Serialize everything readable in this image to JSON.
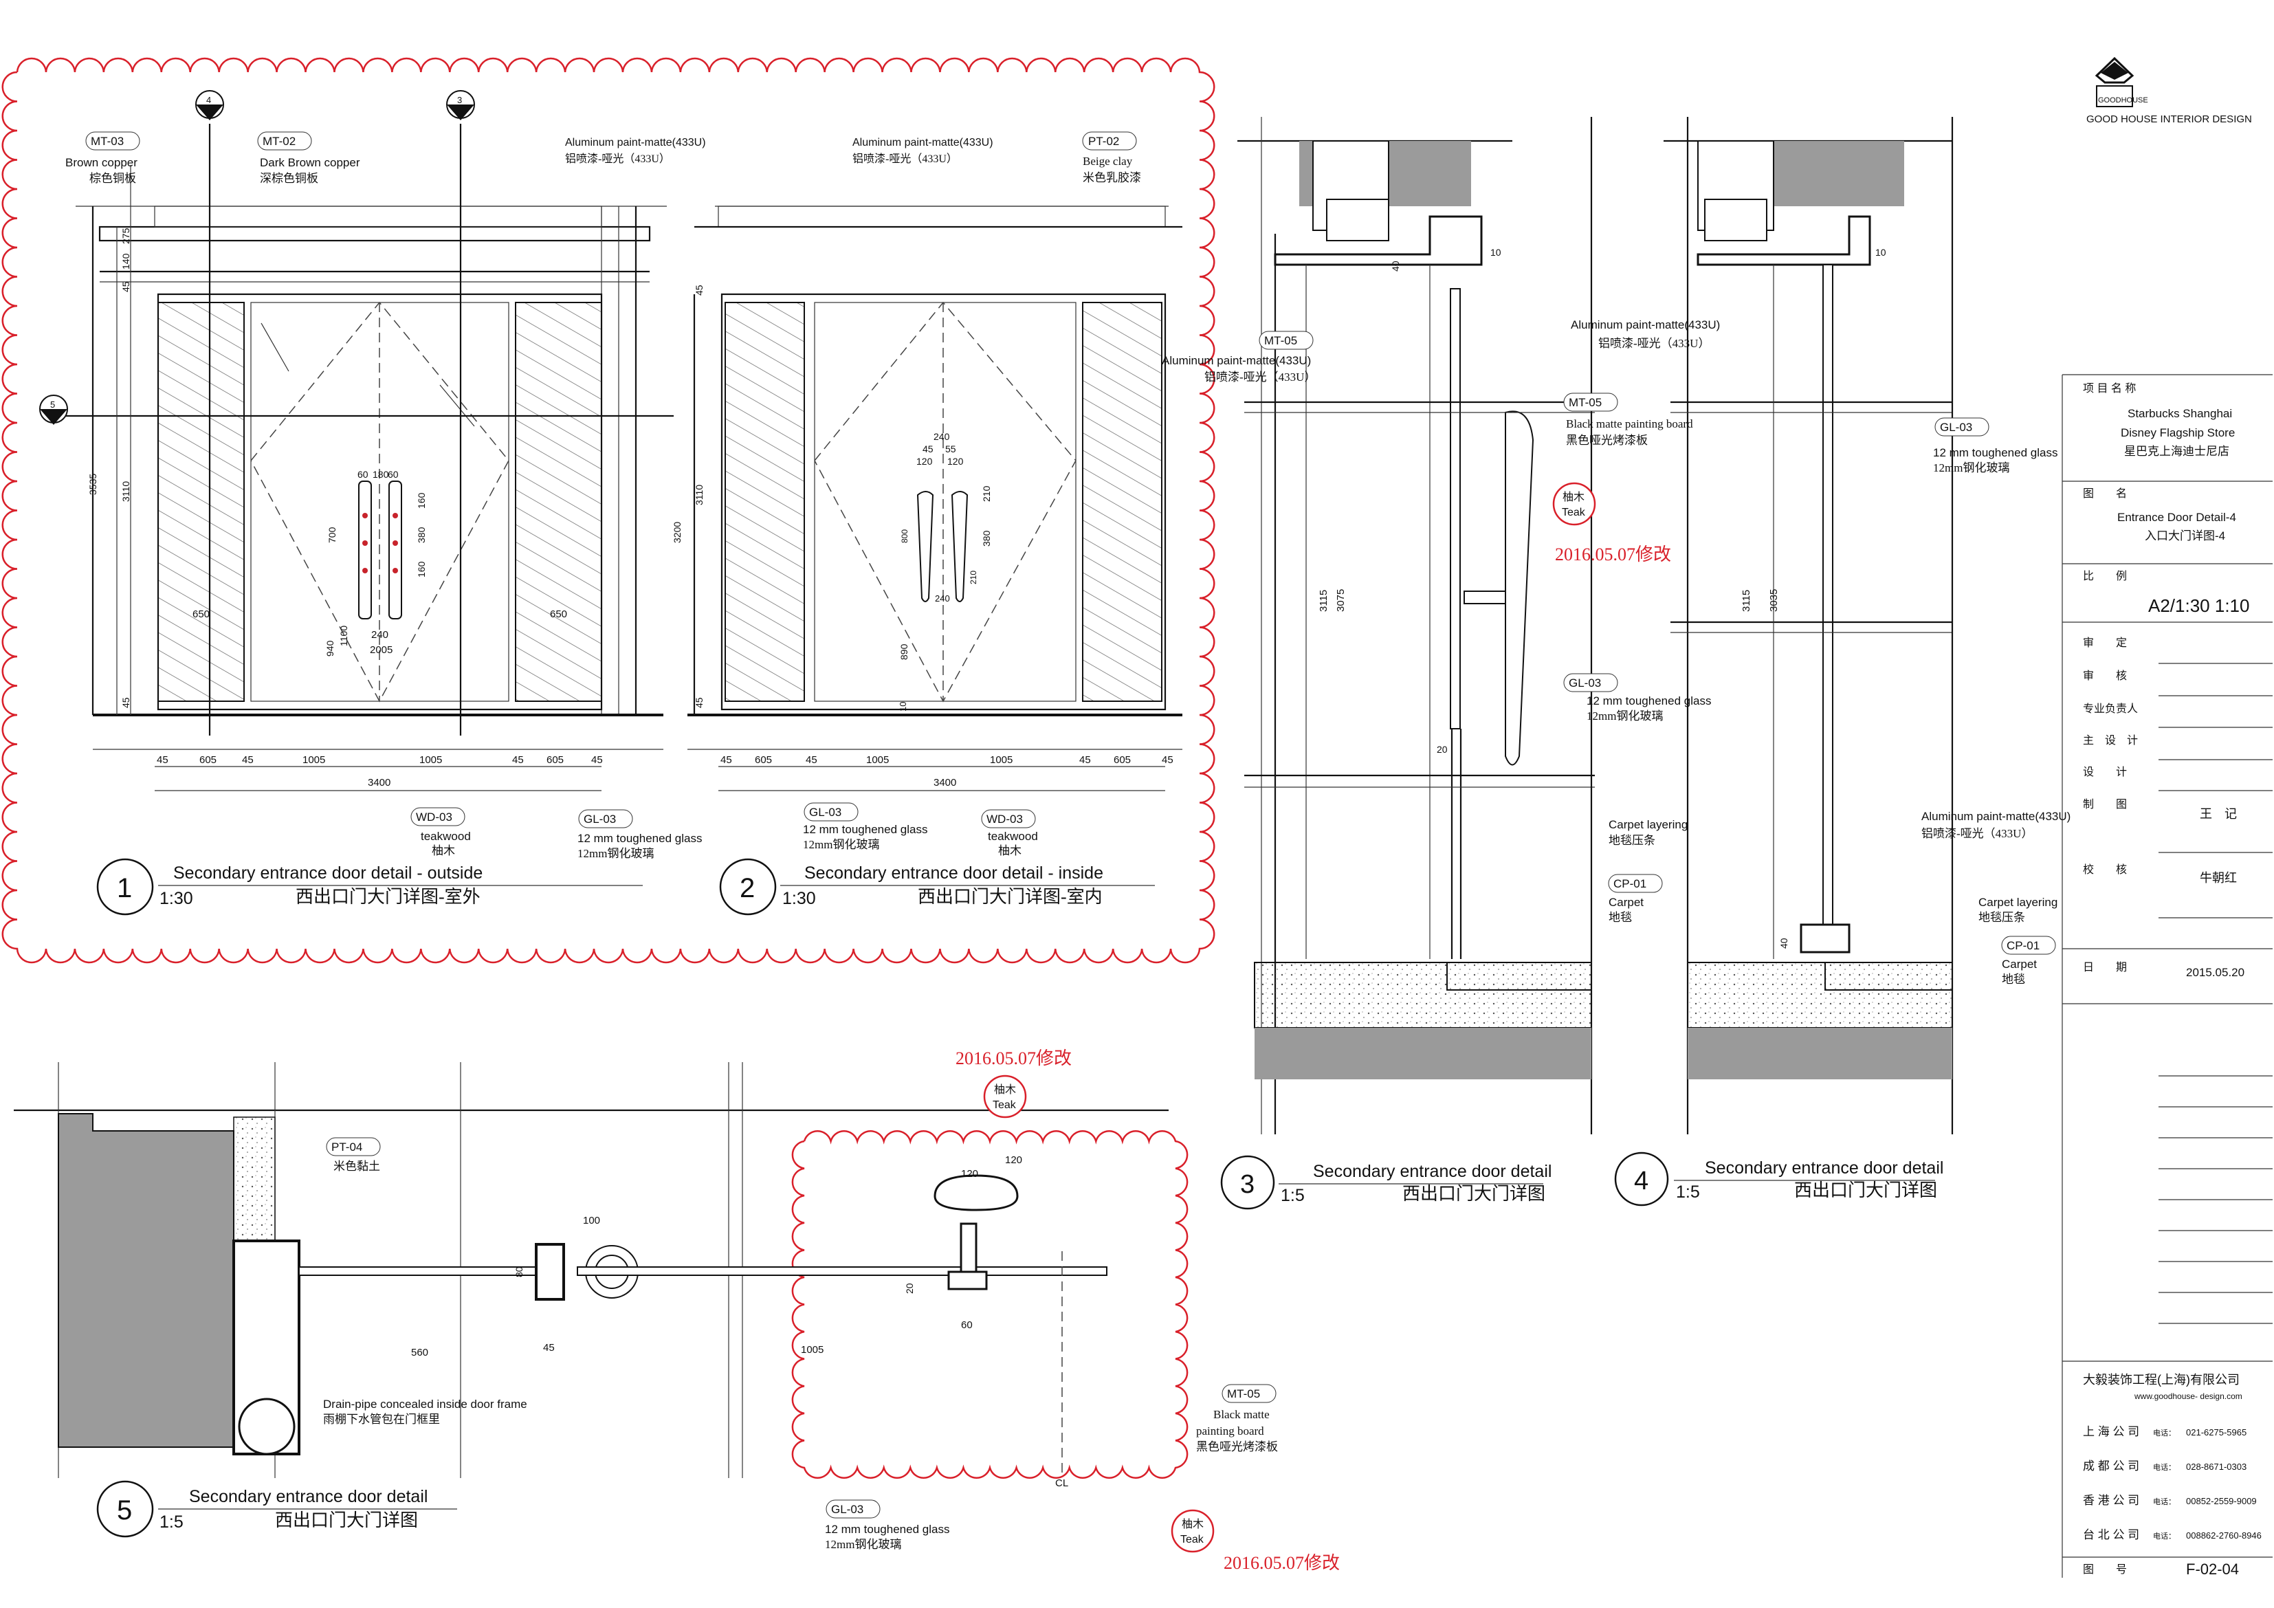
{
  "brand": {
    "logo_text": "GOODHOUSE",
    "name": "GOOD HOUSE INTERIOR DESIGN"
  },
  "title_block": {
    "project_label": "项 目 名 称",
    "project_en_1": "Starbucks Shanghai",
    "project_en_2": "Disney Flagship Store",
    "project_cn": "星巴克上海迪士尼店",
    "drawing_label": "图　　名",
    "drawing_en": "Entrance Door  Detail-4",
    "drawing_cn": "入口大门详图-4",
    "scale_label": "比　　例",
    "scale_value": "A2/1:30 1:10",
    "approve_label": "审　　定",
    "review_label": "审　　核",
    "lead_label": "专业负责人",
    "chief_label": "主　设　计",
    "design_label": "设　　计",
    "draw_label": "制　　图",
    "draw_value": "王　记",
    "check_label": "校　　核",
    "check_value": "牛朝红",
    "date_label": "日　　期",
    "date_value": "2015.05.20",
    "company": "大毅装饰工程(上海)有限公司",
    "website": "www.goodhouse- design.com",
    "offices": [
      {
        "name": "上 海 公 司",
        "tel_label": "电话：",
        "tel": "021-6275-5965"
      },
      {
        "name": "成 都 公 司",
        "tel_label": "电话：",
        "tel": "028-8671-0303"
      },
      {
        "name": "香 港 公 司",
        "tel_label": "电话：",
        "tel": "00852-2559-9009"
      },
      {
        "name": "台 北 公 司",
        "tel_label": "电话：",
        "tel": "008862-2760-8946"
      }
    ],
    "number_label": "图　　号",
    "number_value": "F-02-04"
  },
  "details": {
    "d1": {
      "num": "1",
      "title_en": "Secondary entrance door detail - outside",
      "title_cn": "西出口门大门详图-室外",
      "scale": "1:30"
    },
    "d2": {
      "num": "2",
      "title_en": "Secondary entrance door detail - inside",
      "title_cn": "西出口门大门详图-室内",
      "scale": "1:30"
    },
    "d3": {
      "num": "3",
      "title_en": "Secondary entrance door detail",
      "title_cn": "西出口门大门详图",
      "scale": "1:5"
    },
    "d4": {
      "num": "4",
      "title_en": "Secondary entrance door detail",
      "title_cn": "西出口门大门详图",
      "scale": "1:5"
    },
    "d5": {
      "num": "5",
      "title_en": "Secondary entrance door detail",
      "title_cn": "西出口门大门详图",
      "scale": "1:5"
    }
  },
  "tags": {
    "mt03": "MT-03",
    "mt02": "MT-02",
    "pt02": "PT-02",
    "mt05": "MT-05",
    "gl03": "GL-03",
    "wd03": "WD-03",
    "cp01": "CP-01",
    "pt04": "PT-04"
  },
  "notes": {
    "brown_copper_en": "Brown copper",
    "brown_copper_cn": "棕色铜板",
    "dark_brown_en": "Dark Brown copper",
    "dark_brown_cn": "深棕色铜板",
    "alu_en": "Aluminum paint-matte(433U)",
    "alu_cn": "铝喷漆-哑光（433U）",
    "beige_en": "Beige clay",
    "beige_cn": "米色乳胶漆",
    "glass_en": "12 mm toughened glass",
    "glass_cn": "12mm钢化玻璃",
    "teak_en": "teakwood",
    "teak_cn": "柚木",
    "black_board_en": "Black matte painting board",
    "black_board_cn": "黑色哑光烤漆板",
    "black_1": "Black matte",
    "black_2": "painting board",
    "teak_circle_cn": "柚木",
    "teak_circle_en": "Teak",
    "revision": "2016.05.07修改",
    "carpet_layer_en": "Carpet layering",
    "carpet_layer_cn": "地毯压条",
    "carpet_en": "Carpet",
    "carpet_cn": "地毯",
    "beige_clay_cn": "米色黏土",
    "drain_en": "Drain-pipe concealed inside door frame",
    "drain_cn": "雨棚下水管包在门框里",
    "cl": "CL"
  },
  "dims": {
    "d1_bottom": [
      "45",
      "605",
      "45",
      "1005",
      "1005",
      "45",
      "605",
      "45"
    ],
    "d1_total": "3400",
    "d1_left": [
      "45",
      "140",
      "275",
      "3535",
      "3110",
      "45"
    ],
    "d1_handle_top": [
      "60",
      "180",
      "60"
    ],
    "d1_handle": [
      "700",
      "380",
      "160",
      "160",
      "240",
      "2005"
    ],
    "d1_side": [
      "650",
      "650",
      "940",
      "1100"
    ],
    "d2_bottom": [
      "45",
      "605",
      "45",
      "1005",
      "1005",
      "45",
      "605",
      "45"
    ],
    "d2_total": "3400",
    "d2_left": [
      "45",
      "3200",
      "3110",
      "45"
    ],
    "d2_handle": [
      "240",
      "45",
      "55",
      "120",
      "120",
      "800",
      "380",
      "210",
      "210",
      "240",
      "890",
      "10"
    ],
    "d3": [
      "40",
      "10",
      "3115",
      "3075",
      "20"
    ],
    "d4": [
      "10",
      "3115",
      "3035",
      "40"
    ],
    "d5": [
      "100",
      "80",
      "560",
      "45",
      "1005",
      "120",
      "120",
      "20",
      "60"
    ],
    "section_labels": [
      "4",
      "3",
      "5"
    ]
  }
}
